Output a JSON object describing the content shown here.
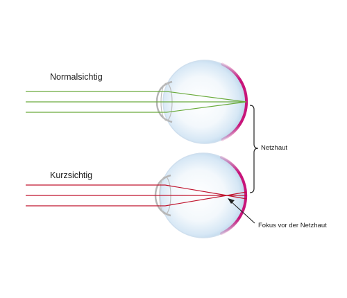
{
  "labels": {
    "normal": "Normalsichtig",
    "myopic": "Kurzsichtig",
    "retina": "Netzhaut",
    "focus": "Fokus vor der Netzhaut"
  },
  "colors": {
    "normal_rays": "#6aab3c",
    "myopic_rays": "#c0152f",
    "retina": "#c8157a",
    "eyeball_edge": "#b9d4ea",
    "eyeball_fill": "#e6f1fa",
    "lens_stroke": "#aaaaaa",
    "text": "#1a1a1a"
  }
}
